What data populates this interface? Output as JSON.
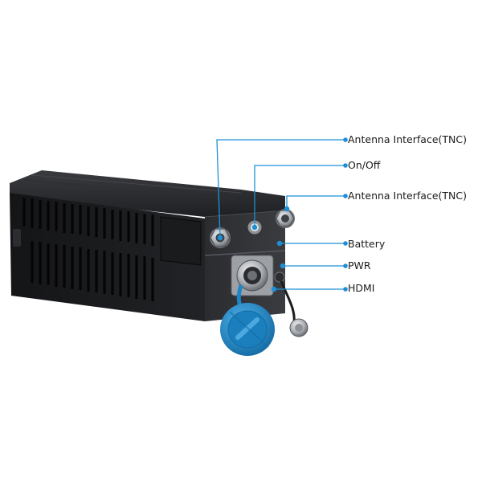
{
  "callouts": [
    {
      "label": "Antenna Interface(TNC)"
    },
    {
      "label": "On/Off"
    },
    {
      "label": "Antenna Interface(TNC)"
    },
    {
      "label": "Battery"
    },
    {
      "label": "PWR"
    },
    {
      "label": "HDMI"
    }
  ],
  "colors": {
    "leader": "#1e8fd6",
    "device_body": "#1c1d1f",
    "device_top": "#2a2b2e",
    "connector_metal": "#b9bcc0",
    "cap_blue": "#1d86c8"
  }
}
